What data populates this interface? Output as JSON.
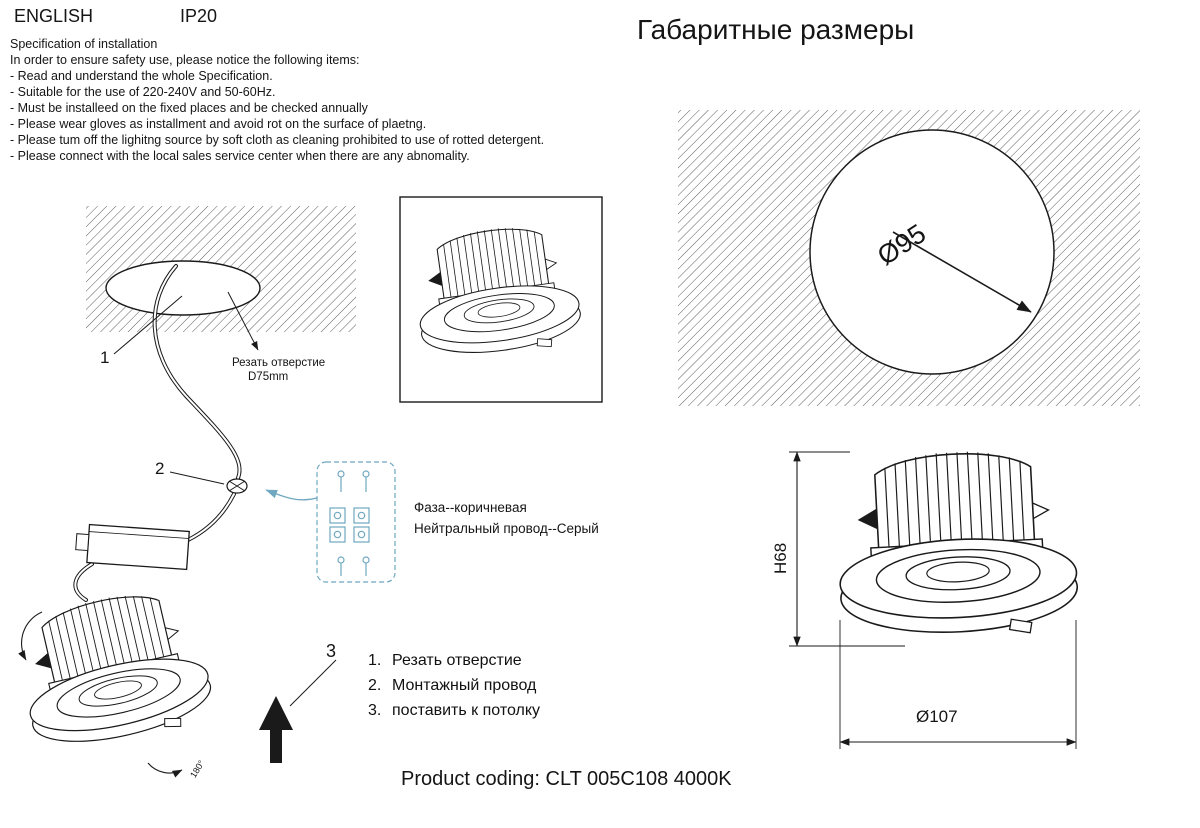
{
  "page": {
    "language": "ENGLISH",
    "ip_rating": "IP20",
    "dimensions_title": "Габаритные размеры",
    "product_coding_label": "Product coding:",
    "product_code": "CLT 005C108 4000K"
  },
  "specification": {
    "title": "Specification of installation",
    "intro": "In order to ensure safety use, please notice the following items:",
    "items": [
      "- Read and understand the whole Specification.",
      "- Suitable for the use of 220-240V and 50-60Hz.",
      "- Must be installeed on the fixed places and be checked annually",
      "- Please wear gloves as installment and avoid rot on the surface of plaetng.",
      "- Please tum off the lighitng source by soft cloth as cleaning prohibited to use of rotted detergent.",
      "- Please connect with the local sales service center when there are any abnomality."
    ]
  },
  "installation": {
    "step_1": "1",
    "step_2": "2",
    "step_3": "3",
    "cut_note_line1": "Резать отверстие",
    "cut_note_line2": "D75mm",
    "wiring_phase": "Фаза--коричневая",
    "wiring_neutral": "Нейтральный провод--Серый",
    "rotate_note": "180°",
    "legend": [
      {
        "n": "1.",
        "label": "Резать отверстие"
      },
      {
        "n": "2.",
        "label": "Монтажный провод"
      },
      {
        "n": "3.",
        "label": "поставить к потолку"
      }
    ]
  },
  "dimensions": {
    "cutout_diameter": "Ø95",
    "height": "H68",
    "outer_diameter": "Ø107"
  },
  "colors": {
    "ink": "#1a1a1a",
    "wiring_accent": "#6fa8c0"
  }
}
